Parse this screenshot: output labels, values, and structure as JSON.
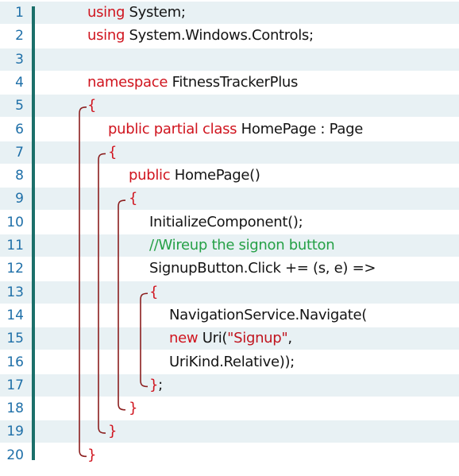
{
  "colors": {
    "keyword": "#d0141e",
    "text": "#141414",
    "comment": "#25a046",
    "string": "#c0141e",
    "line_number": "#1e6fa8",
    "gutter_bar": "#1b6f6a",
    "brace_guide": "#8b1e1e",
    "alt_row": "#e8f1f4"
  },
  "lines": [
    {
      "n": "1",
      "tokens": [
        {
          "t": "using",
          "c": "kw"
        },
        {
          "t": " System;",
          "c": "tx"
        }
      ]
    },
    {
      "n": "2",
      "tokens": [
        {
          "t": "using",
          "c": "kw"
        },
        {
          "t": " System.Windows.Controls;",
          "c": "tx"
        }
      ]
    },
    {
      "n": "3",
      "tokens": []
    },
    {
      "n": "4",
      "tokens": [
        {
          "t": "namespace",
          "c": "kw"
        },
        {
          "t": " FitnessTrackerPlus",
          "c": "tx"
        }
      ]
    },
    {
      "n": "5",
      "tokens": [
        {
          "t": "{",
          "c": "kw"
        }
      ]
    },
    {
      "n": "6",
      "tokens": [
        {
          "t": "public partial class",
          "c": "kw"
        },
        {
          "t": " HomePage : Page",
          "c": "tx"
        }
      ]
    },
    {
      "n": "7",
      "tokens": [
        {
          "t": "{",
          "c": "kw"
        }
      ]
    },
    {
      "n": "8",
      "tokens": [
        {
          "t": "public",
          "c": "kw"
        },
        {
          "t": " HomePage()",
          "c": "tx"
        }
      ]
    },
    {
      "n": "9",
      "tokens": [
        {
          "t": "{",
          "c": "kw"
        }
      ]
    },
    {
      "n": "10",
      "tokens": [
        {
          "t": "InitializeComponent();",
          "c": "tx"
        }
      ]
    },
    {
      "n": "11",
      "tokens": [
        {
          "t": "//Wireup the signon button",
          "c": "cm"
        }
      ]
    },
    {
      "n": "12",
      "tokens": [
        {
          "t": "SignupButton.Click += (s, e) =>",
          "c": "tx"
        }
      ]
    },
    {
      "n": "13",
      "tokens": [
        {
          "t": "{",
          "c": "kw"
        }
      ]
    },
    {
      "n": "14",
      "tokens": [
        {
          "t": "NavigationService.Navigate(",
          "c": "tx"
        }
      ]
    },
    {
      "n": "15",
      "tokens": [
        {
          "t": "new",
          "c": "kw"
        },
        {
          "t": " Uri(",
          "c": "tx"
        },
        {
          "t": "\"Signup\"",
          "c": "st"
        },
        {
          "t": ",",
          "c": "tx"
        }
      ]
    },
    {
      "n": "16",
      "tokens": [
        {
          "t": "UriKind.Relative));",
          "c": "tx"
        }
      ]
    },
    {
      "n": "17",
      "tokens": [
        {
          "t": "}",
          "c": "kw"
        },
        {
          "t": ";",
          "c": "tx"
        }
      ]
    },
    {
      "n": "18",
      "tokens": [
        {
          "t": "}",
          "c": "kw"
        }
      ]
    },
    {
      "n": "19",
      "tokens": [
        {
          "t": "}",
          "c": "kw"
        }
      ]
    },
    {
      "n": "20",
      "tokens": [
        {
          "t": "}",
          "c": "kw"
        }
      ]
    }
  ]
}
